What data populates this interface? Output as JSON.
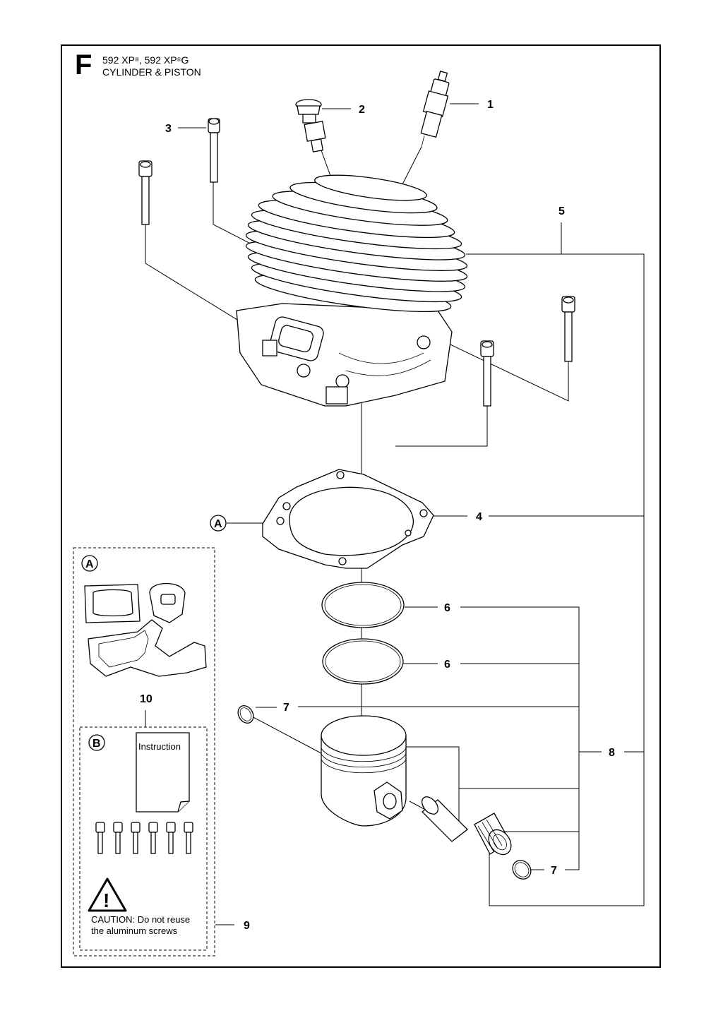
{
  "header": {
    "section_letter": "F",
    "model_1": "592 XP",
    "model_sep": ", ",
    "model_2": "592 XP",
    "model_2_suffix": "G",
    "registered_mark": "®",
    "title": "CYLINDER & PISTON"
  },
  "callouts": {
    "c1": "1",
    "c2": "2",
    "c3": "3",
    "c4": "4",
    "c5": "5",
    "c6a": "6",
    "c6b": "6",
    "c7a": "7",
    "c7b": "7",
    "c8": "8",
    "c9": "9",
    "c10": "10",
    "ref_a": "A"
  },
  "kit_a": {
    "label": "A"
  },
  "kit_b": {
    "label": "B",
    "instruction_label": "Instruction",
    "caution_line1": "CAUTION: Do not reuse",
    "caution_line2": "the aluminum screws",
    "warning_symbol": "!"
  }
}
